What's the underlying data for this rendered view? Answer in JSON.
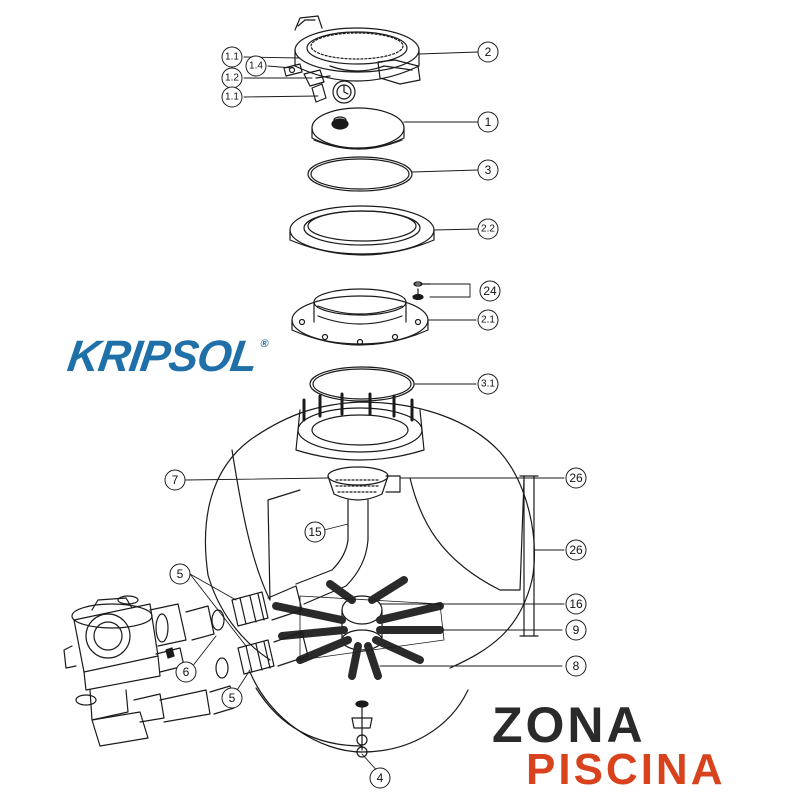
{
  "brands": {
    "kripsol": "KRIPSOL",
    "zona": "ZONA",
    "piscina": "PISCINA"
  },
  "callouts": [
    {
      "id": "c-2",
      "label": "2"
    },
    {
      "id": "c-1-1a",
      "label": "1.1"
    },
    {
      "id": "c-1-4",
      "label": "1.4"
    },
    {
      "id": "c-1-2",
      "label": "1.2"
    },
    {
      "id": "c-1-1b",
      "label": "1.1"
    },
    {
      "id": "c-1",
      "label": "1"
    },
    {
      "id": "c-3",
      "label": "3"
    },
    {
      "id": "c-2-2",
      "label": "2.2"
    },
    {
      "id": "c-24",
      "label": "24"
    },
    {
      "id": "c-2-1",
      "label": "2.1"
    },
    {
      "id": "c-3-1",
      "label": "3.1"
    },
    {
      "id": "c-7",
      "label": "7"
    },
    {
      "id": "c-26a",
      "label": "26"
    },
    {
      "id": "c-15",
      "label": "15"
    },
    {
      "id": "c-26b",
      "label": "26"
    },
    {
      "id": "c-5a",
      "label": "5"
    },
    {
      "id": "c-16",
      "label": "16"
    },
    {
      "id": "c-9",
      "label": "9"
    },
    {
      "id": "c-6",
      "label": "6"
    },
    {
      "id": "c-8",
      "label": "8"
    },
    {
      "id": "c-5b",
      "label": "5"
    },
    {
      "id": "c-4",
      "label": "4"
    }
  ],
  "colors": {
    "line": "#1a1a1a",
    "kripsol_blue": "#1f6fa8",
    "zona_dark": "#2a2a2a",
    "piscina_orange": "#d8431e"
  }
}
